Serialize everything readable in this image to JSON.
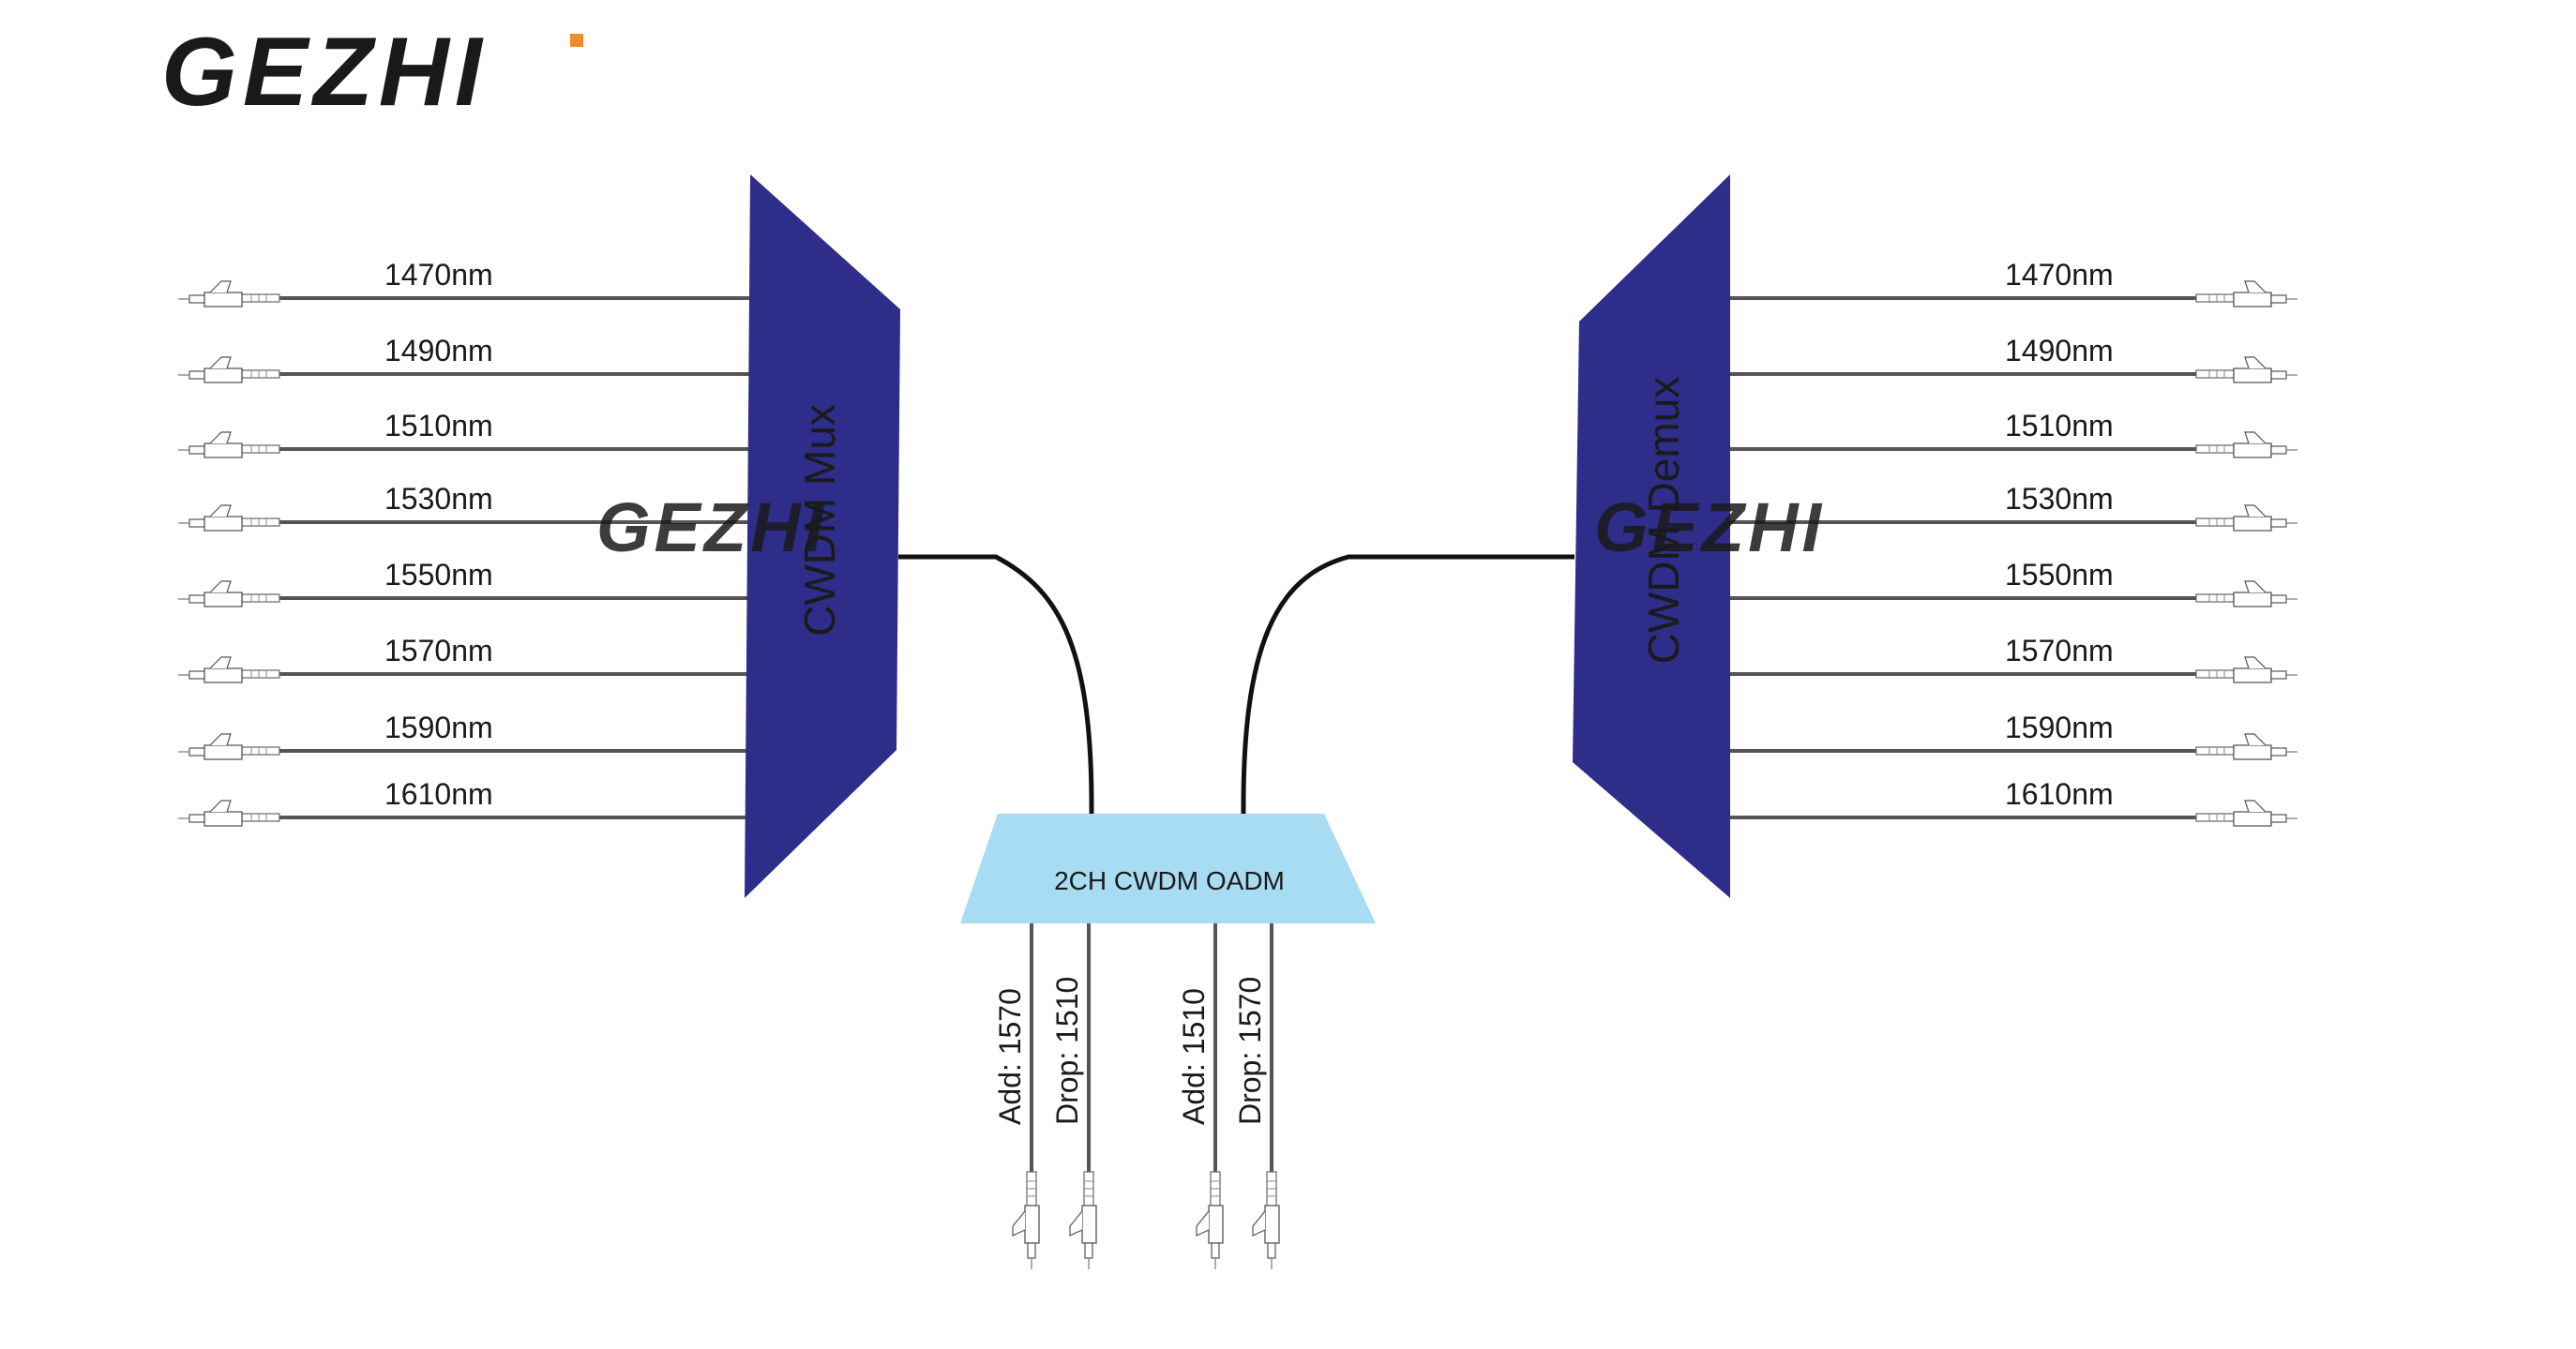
{
  "logo": {
    "text": "GEZHI",
    "color": "#1d6fc2",
    "dot_color": "#f08a2a"
  },
  "watermark": {
    "text": "GEZHI",
    "color": "#7fb3e0"
  },
  "mux": {
    "label": "CWDM Mux",
    "color": "#2e2d8a"
  },
  "demux": {
    "label": "CWDM Demux",
    "color": "#2e2d8a"
  },
  "oadm": {
    "label": "2CH CWDM OADM",
    "color": "#a8dcf3"
  },
  "channels": [
    "1470nm",
    "1490nm",
    "1510nm",
    "1530nm",
    "1550nm",
    "1570nm",
    "1590nm",
    "1610nm"
  ],
  "ports": [
    "Add: 1570",
    "Drop: 1510",
    "Add: 1510",
    "Drop: 1570"
  ],
  "colors": {
    "fiber": "#555555",
    "trunk": "#111111"
  },
  "icons": {
    "channel_connector": "lc-connector-icon",
    "port_connector": "lc-connector-icon"
  }
}
